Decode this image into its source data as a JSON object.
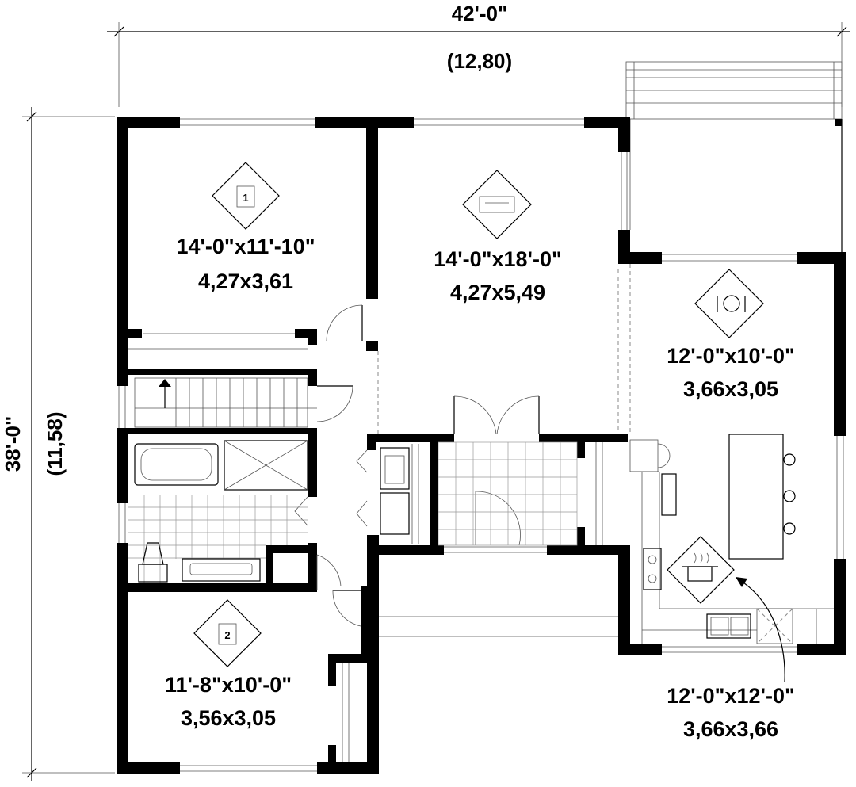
{
  "dimensions": {
    "overall_width_imperial": "42'-0\"",
    "overall_width_metric": "(12,80)",
    "overall_depth_imperial": "38'-0\"",
    "overall_depth_metric": "(11,58)"
  },
  "rooms": [
    {
      "id": "bedroom-1",
      "icon": "bed-1-icon",
      "icon_text": "1",
      "size_imperial": "14'-0\"x11'-10\"",
      "size_metric": "4,27x3,61"
    },
    {
      "id": "living-room",
      "icon": "sofa-icon",
      "size_imperial": "14'-0\"x18'-0\"",
      "size_metric": "4,27x5,49"
    },
    {
      "id": "dining-room",
      "icon": "plate-cutlery-icon",
      "size_imperial": "12'-0\"x10'-0\"",
      "size_metric": "3,66x3,05"
    },
    {
      "id": "bedroom-2",
      "icon": "bed-2-icon",
      "icon_text": "2",
      "size_imperial": "11'-8\"x10'-0\"",
      "size_metric": "3,56x3,05"
    },
    {
      "id": "kitchen",
      "icon": "cooking-pot-icon",
      "size_imperial": "12'-0\"x12'-0\"",
      "size_metric": "3,66x3,66"
    }
  ],
  "colors": {
    "ink": "#000000",
    "paper": "#ffffff",
    "fixture": "#555555"
  }
}
